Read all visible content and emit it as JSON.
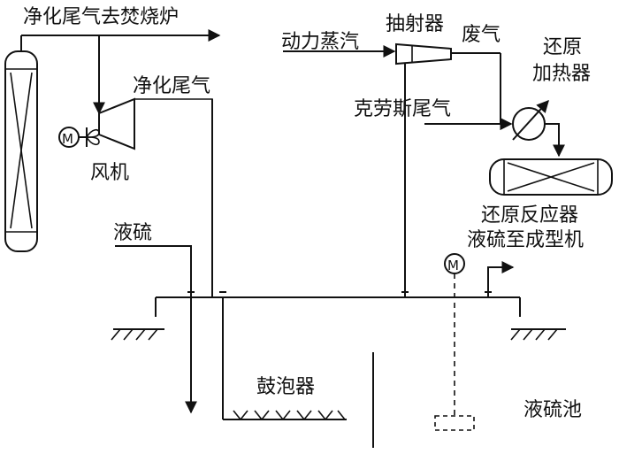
{
  "labels": {
    "purified_tail_gas_to_incinerator": "净化尾气去焚烧炉",
    "purified_tail_gas": "净化尾气",
    "fan": "风机",
    "motive_steam": "动力蒸汽",
    "ejector": "抽射器",
    "waste_gas": "废气",
    "reduction_heater_line1": "还原",
    "reduction_heater_line2": "加热器",
    "claus_tail_gas": "克劳斯尾气",
    "reduction_reactor": "还原反应器",
    "liquid_sulfur": "液硫",
    "liquid_sulfur_to_forming_machine": "液硫至成型机",
    "bubbler": "鼓泡器",
    "liquid_sulfur_pit": "液硫池",
    "motor_symbol": "M"
  }
}
